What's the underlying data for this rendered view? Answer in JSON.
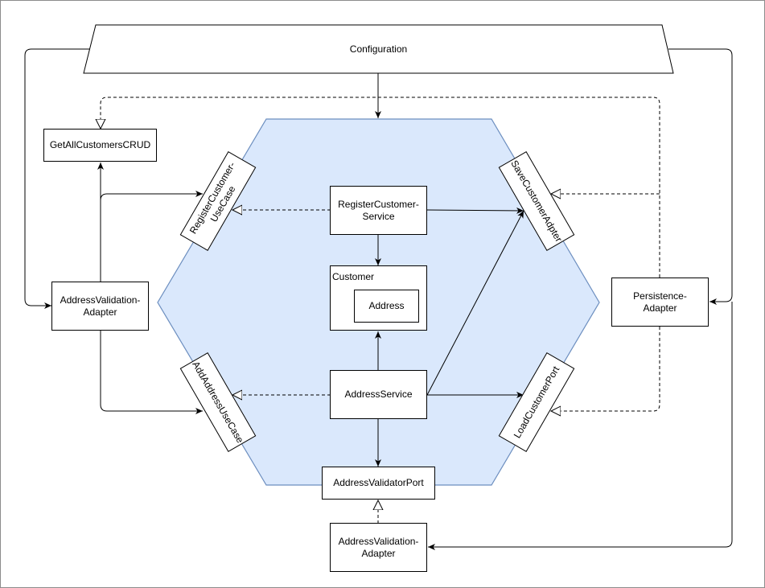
{
  "colors": {
    "hexagon_fill": "#dae8fc",
    "hexagon_stroke": "#6c8ebf",
    "line": "#000000"
  },
  "nodes": {
    "configuration": "Configuration",
    "get_all_customers_crud": "GetAllCustomersCRUD",
    "register_customer_use_case": "RegisterCustomer-\nUseCase",
    "add_address_use_case": "AddAddressUseCase",
    "save_customer_adapter": "SaveCustomerAdpter",
    "load_customer_port": "LoadCustomerPort",
    "register_customer_service": "RegisterCustomer-\nService",
    "customer": "Customer",
    "address": "Address",
    "address_service": "AddressService",
    "address_validator_port": "AddressValidatorPort",
    "address_validation_adapter_left": "AddressValidation-\nAdapter",
    "address_validation_adapter_bottom": "AddressValidation-\nAdapter",
    "persistence_adapter": "Persistence-\nAdapter"
  },
  "edges": [
    {
      "from": "configuration",
      "to": "address_service_hexagon",
      "style": "solid"
    },
    {
      "from": "configuration",
      "to": "address_validation_adapter_left",
      "style": "solid"
    },
    {
      "from": "configuration",
      "to": "persistence_adapter",
      "style": "solid"
    },
    {
      "from": "configuration",
      "to": "address_validation_adapter_bottom",
      "style": "solid"
    },
    {
      "from": "persistence_adapter",
      "to": "get_all_customers_crud",
      "style": "dashed-realization"
    },
    {
      "from": "persistence_adapter",
      "to": "save_customer_adapter",
      "style": "dashed-realization"
    },
    {
      "from": "persistence_adapter",
      "to": "load_customer_port",
      "style": "dashed-realization"
    },
    {
      "from": "address_validation_adapter_left",
      "to": "get_all_customers_crud",
      "style": "solid"
    },
    {
      "from": "address_validation_adapter_left",
      "to": "register_customer_use_case",
      "style": "solid"
    },
    {
      "from": "address_validation_adapter_left",
      "to": "add_address_use_case",
      "style": "solid"
    },
    {
      "from": "register_customer_service",
      "to": "register_customer_use_case",
      "style": "dashed-realization"
    },
    {
      "from": "address_service",
      "to": "add_address_use_case",
      "style": "dashed-realization"
    },
    {
      "from": "register_customer_service",
      "to": "customer",
      "style": "solid"
    },
    {
      "from": "register_customer_service",
      "to": "save_customer_adapter",
      "style": "solid"
    },
    {
      "from": "address_service",
      "to": "customer",
      "style": "solid"
    },
    {
      "from": "address_service",
      "to": "save_customer_adapter",
      "style": "solid"
    },
    {
      "from": "address_service",
      "to": "load_customer_port",
      "style": "solid"
    },
    {
      "from": "address_service",
      "to": "address_validator_port",
      "style": "solid"
    },
    {
      "from": "address_validation_adapter_bottom",
      "to": "address_validator_port",
      "style": "dashed-realization"
    }
  ]
}
